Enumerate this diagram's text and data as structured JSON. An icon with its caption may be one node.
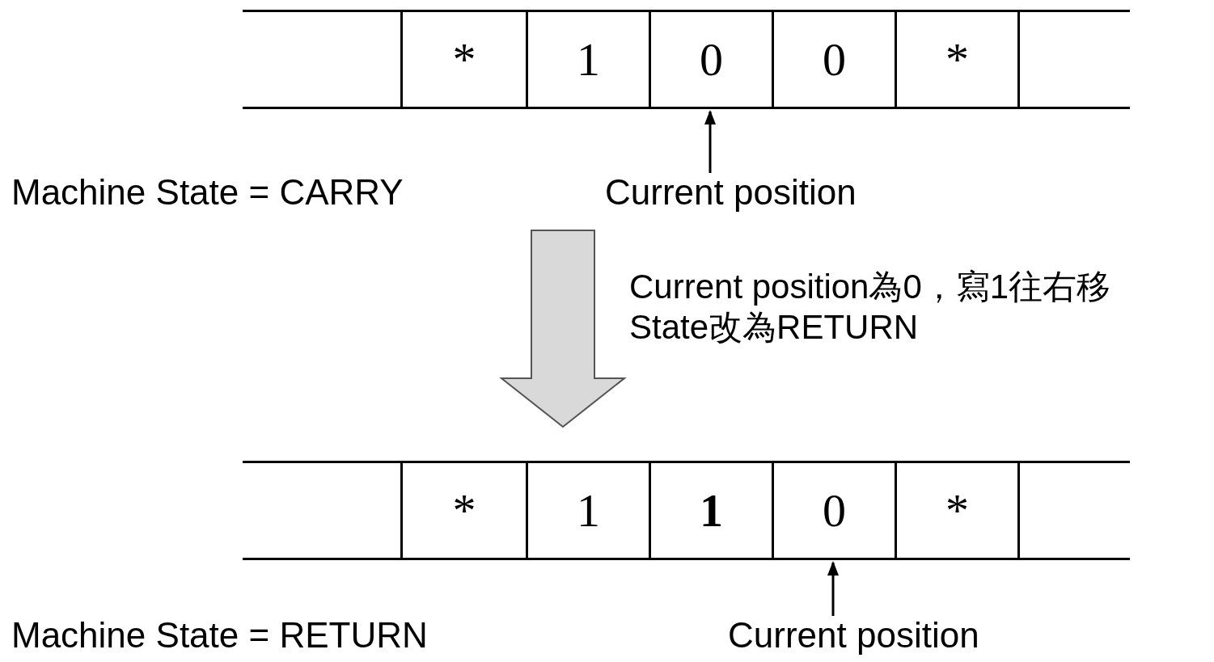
{
  "diagram": {
    "nodes": [
      {
        "text": [],
        "shape": "bar"
      },
      {
        "text": [],
        "shape": "box",
        "in": 0
      },
      {
        "text": [
          "*"
        ],
        "in": 0
      },
      {
        "text": [
          "1"
        ],
        "in": 0
      },
      {
        "text": [
          "0"
        ],
        "in": 0
      },
      {
        "text": [
          "0"
        ],
        "in": 0
      },
      {
        "text": [
          "*"
        ],
        "in": 0
      },
      {
        "text": [],
        "shape": "box",
        "in": 0
      },
      {
        "text": [
          "Current position"
        ]
      },
      {
        "text": [],
        "shape": "bar"
      },
      {
        "text": [],
        "shape": "box",
        "in": 9
      },
      {
        "text": [
          "*"
        ],
        "in": 9
      },
      {
        "text": [
          "1"
        ],
        "in": 9
      },
      {
        "text": [
          "1"
        ],
        "in": 9
      },
      {
        "text": [
          "0"
        ],
        "in": 9
      },
      {
        "text": [
          "*"
        ],
        "in": 9
      },
      {
        "text": [],
        "shape": "box",
        "in": 9
      },
      {
        "text": [
          "Current position"
        ]
      }
    ],
    "edges": [
      {
        "from": 8,
        "to": 4,
        "arrow": "to"
      },
      {
        "from": 0,
        "to": 9,
        "arrow": "to",
        "style": "thick",
        "label": "Current position為0，寫1往右移 State改為RETURN"
      },
      {
        "from": 17,
        "to": 14,
        "arrow": "to"
      }
    ],
    "labels": [
      "Machine State = CARRY",
      "Machine State = RETURN"
    ]
  }
}
